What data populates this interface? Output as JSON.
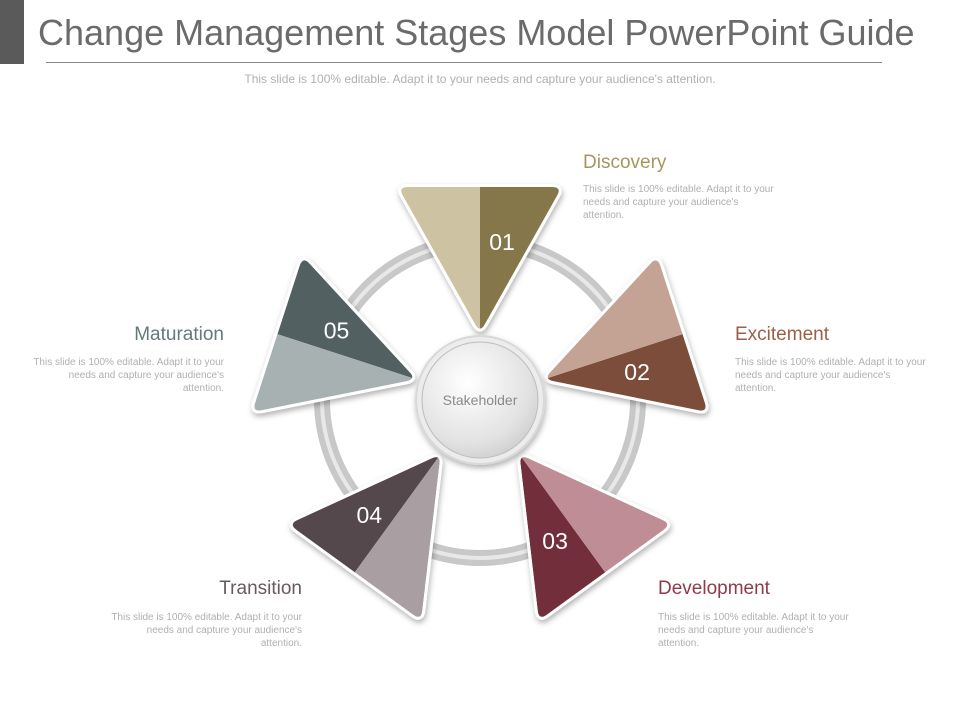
{
  "slide": {
    "title": "Change Management Stages Model PowerPoint Guide",
    "subtitle": "This slide is 100% editable. Adapt it to your needs and capture your audience's attention."
  },
  "center": {
    "label": "Stakeholder"
  },
  "stages": [
    {
      "number": "01",
      "title": "Discovery",
      "description": "This slide is 100% editable. Adapt it to your needs and capture your audience's attention.",
      "color": "#a8955e"
    },
    {
      "number": "02",
      "title": "Excitement",
      "description": "This slide is 100% editable. Adapt it to your needs and capture your audience's attention.",
      "color": "#9a6048"
    },
    {
      "number": "03",
      "title": "Development",
      "description": "This slide is 100% editable. Adapt it to your needs and capture your audience's attention.",
      "color": "#8f3a48"
    },
    {
      "number": "04",
      "title": "Transition",
      "description": "This slide is 100% editable. Adapt it to your needs and capture your audience's attention.",
      "color": "#6a5a60"
    },
    {
      "number": "05",
      "title": "Maturation",
      "description": "This slide is 100% editable. Adapt it to your needs and capture your audience's attention.",
      "color": "#67787a"
    }
  ]
}
